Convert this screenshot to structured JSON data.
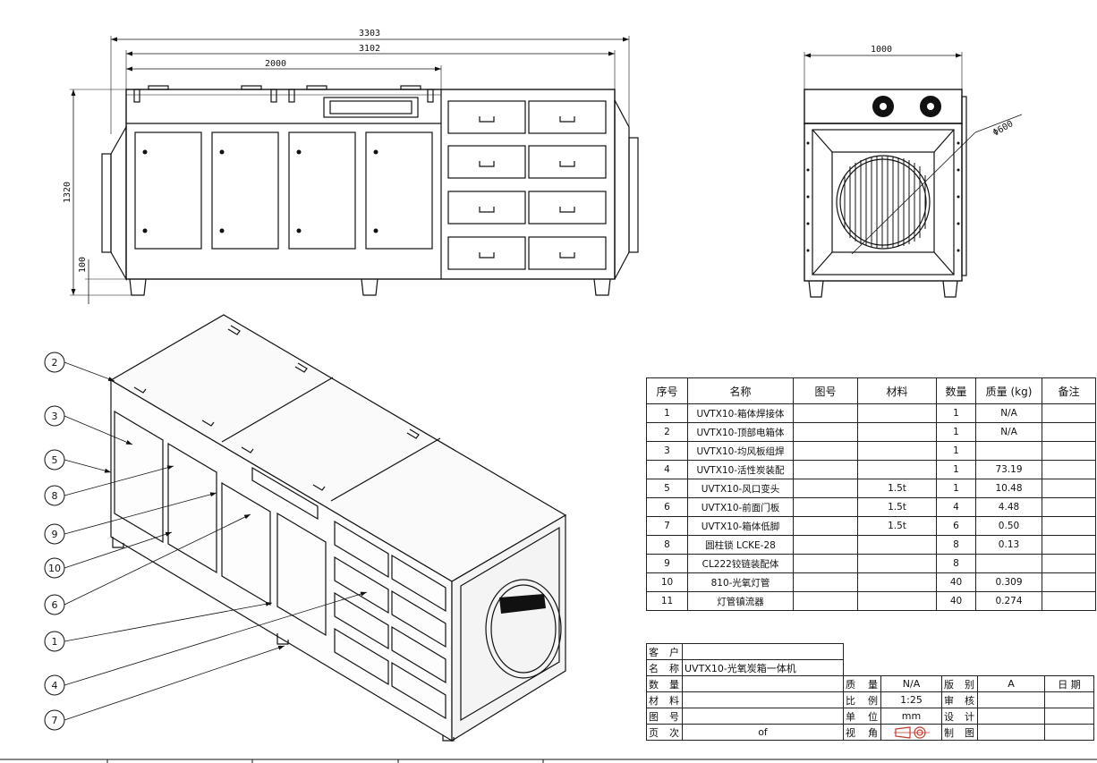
{
  "dimensions": {
    "overall_length": "3303",
    "body_length": "3102",
    "section_length": "2000",
    "height": "1320",
    "leg_height": "100",
    "side_width": "1000",
    "duct_diameter": "Φ600"
  },
  "balloons": [
    "2",
    "3",
    "5",
    "8",
    "9",
    "10",
    "6",
    "1",
    "4",
    "7"
  ],
  "bom": {
    "headers": [
      "序号",
      "名称",
      "图号",
      "材料",
      "数量",
      "质量 (kg)",
      "备注"
    ],
    "rows": [
      [
        "1",
        "UVTX10-箱体焊接体",
        "",
        "",
        "1",
        "N/A",
        ""
      ],
      [
        "2",
        "UVTX10-顶部电箱体",
        "",
        "",
        "1",
        "N/A",
        ""
      ],
      [
        "3",
        "UVTX10-均风板组焊",
        "",
        "",
        "1",
        "",
        ""
      ],
      [
        "4",
        "UVTX10-活性炭装配",
        "",
        "",
        "1",
        "73.19",
        ""
      ],
      [
        "5",
        "UVTX10-风口变头",
        "",
        "1.5t",
        "1",
        "10.48",
        ""
      ],
      [
        "6",
        "UVTX10-前面门板",
        "",
        "1.5t",
        "4",
        "4.48",
        ""
      ],
      [
        "7",
        "UVTX10-箱体低脚",
        "",
        "1.5t",
        "6",
        "0.50",
        ""
      ],
      [
        "8",
        "圆柱锁 LCKE-28",
        "",
        "",
        "8",
        "0.13",
        ""
      ],
      [
        "9",
        "CL222铰链装配体",
        "",
        "",
        "8",
        "",
        ""
      ],
      [
        "10",
        "810-光氧灯管",
        "",
        "",
        "40",
        "0.309",
        ""
      ],
      [
        "11",
        "灯管镇流器",
        "",
        "",
        "40",
        "0.274",
        ""
      ]
    ]
  },
  "title_block": {
    "customer_label": "客 户",
    "customer_value": "",
    "name_label": "名 称",
    "name_value": "UVTX10-光氧炭箱一体机",
    "quantity_label": "数 量",
    "material_label": "材 料",
    "drawing_no_label": "图 号",
    "page_label": "页 次",
    "page_value": "of",
    "mass_label": "质 量",
    "mass_value": "N/A",
    "scale_label": "比 例",
    "scale_value": "1:25",
    "unit_label": "单 位",
    "unit_value": "mm",
    "view_label": "视 角",
    "version_label": "版 别",
    "version_value": "A",
    "date_label": "日 期",
    "review_label": "审 核",
    "design_label": "设 计",
    "drafting_label": "制 图"
  }
}
